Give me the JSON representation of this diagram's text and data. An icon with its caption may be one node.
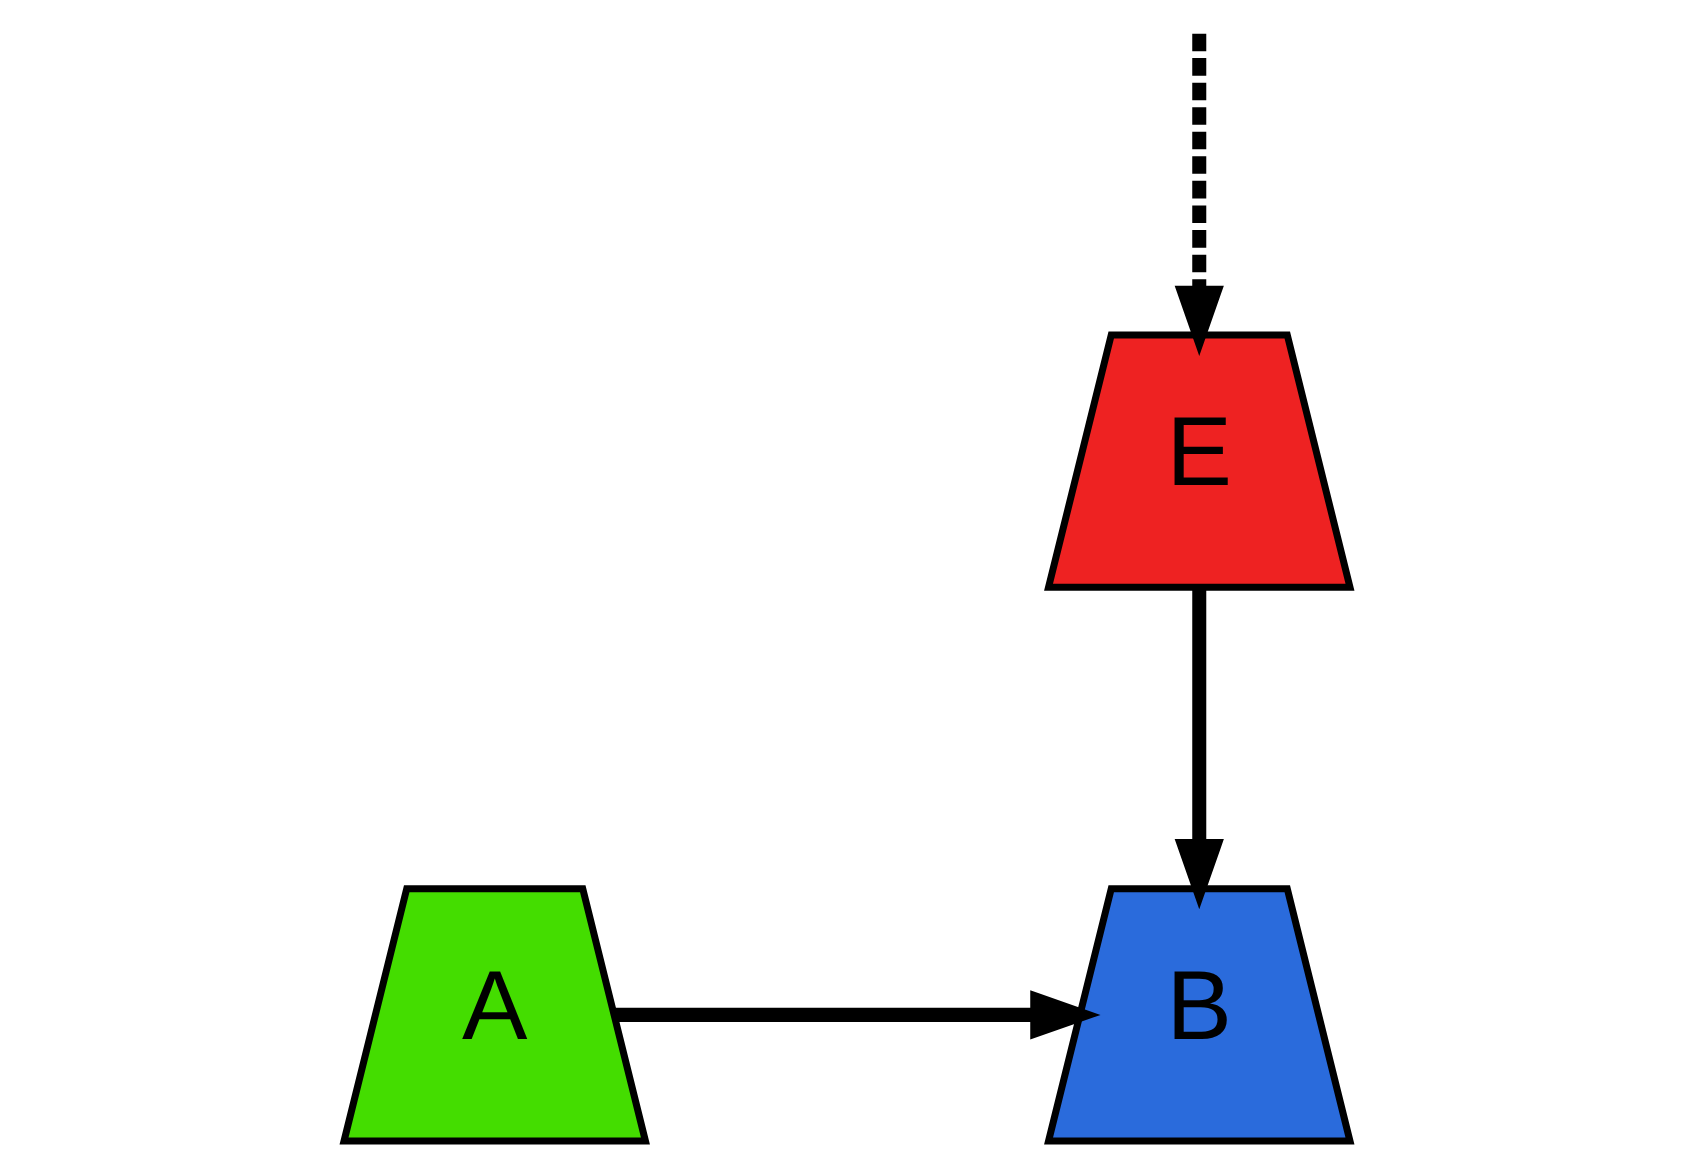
{
  "diagram": {
    "nodes": [
      {
        "text": [
          "A"
        ]
      },
      {
        "text": [
          "B"
        ]
      },
      {
        "text": [
          "E"
        ]
      }
    ],
    "edges": [
      {
        "from": 0,
        "to": 1,
        "arrow": "to"
      },
      {
        "from": null,
        "to": 2,
        "arrow": "to",
        "style": "dashed"
      },
      {
        "from": 2,
        "to": 1,
        "arrow": "to"
      }
    ]
  }
}
